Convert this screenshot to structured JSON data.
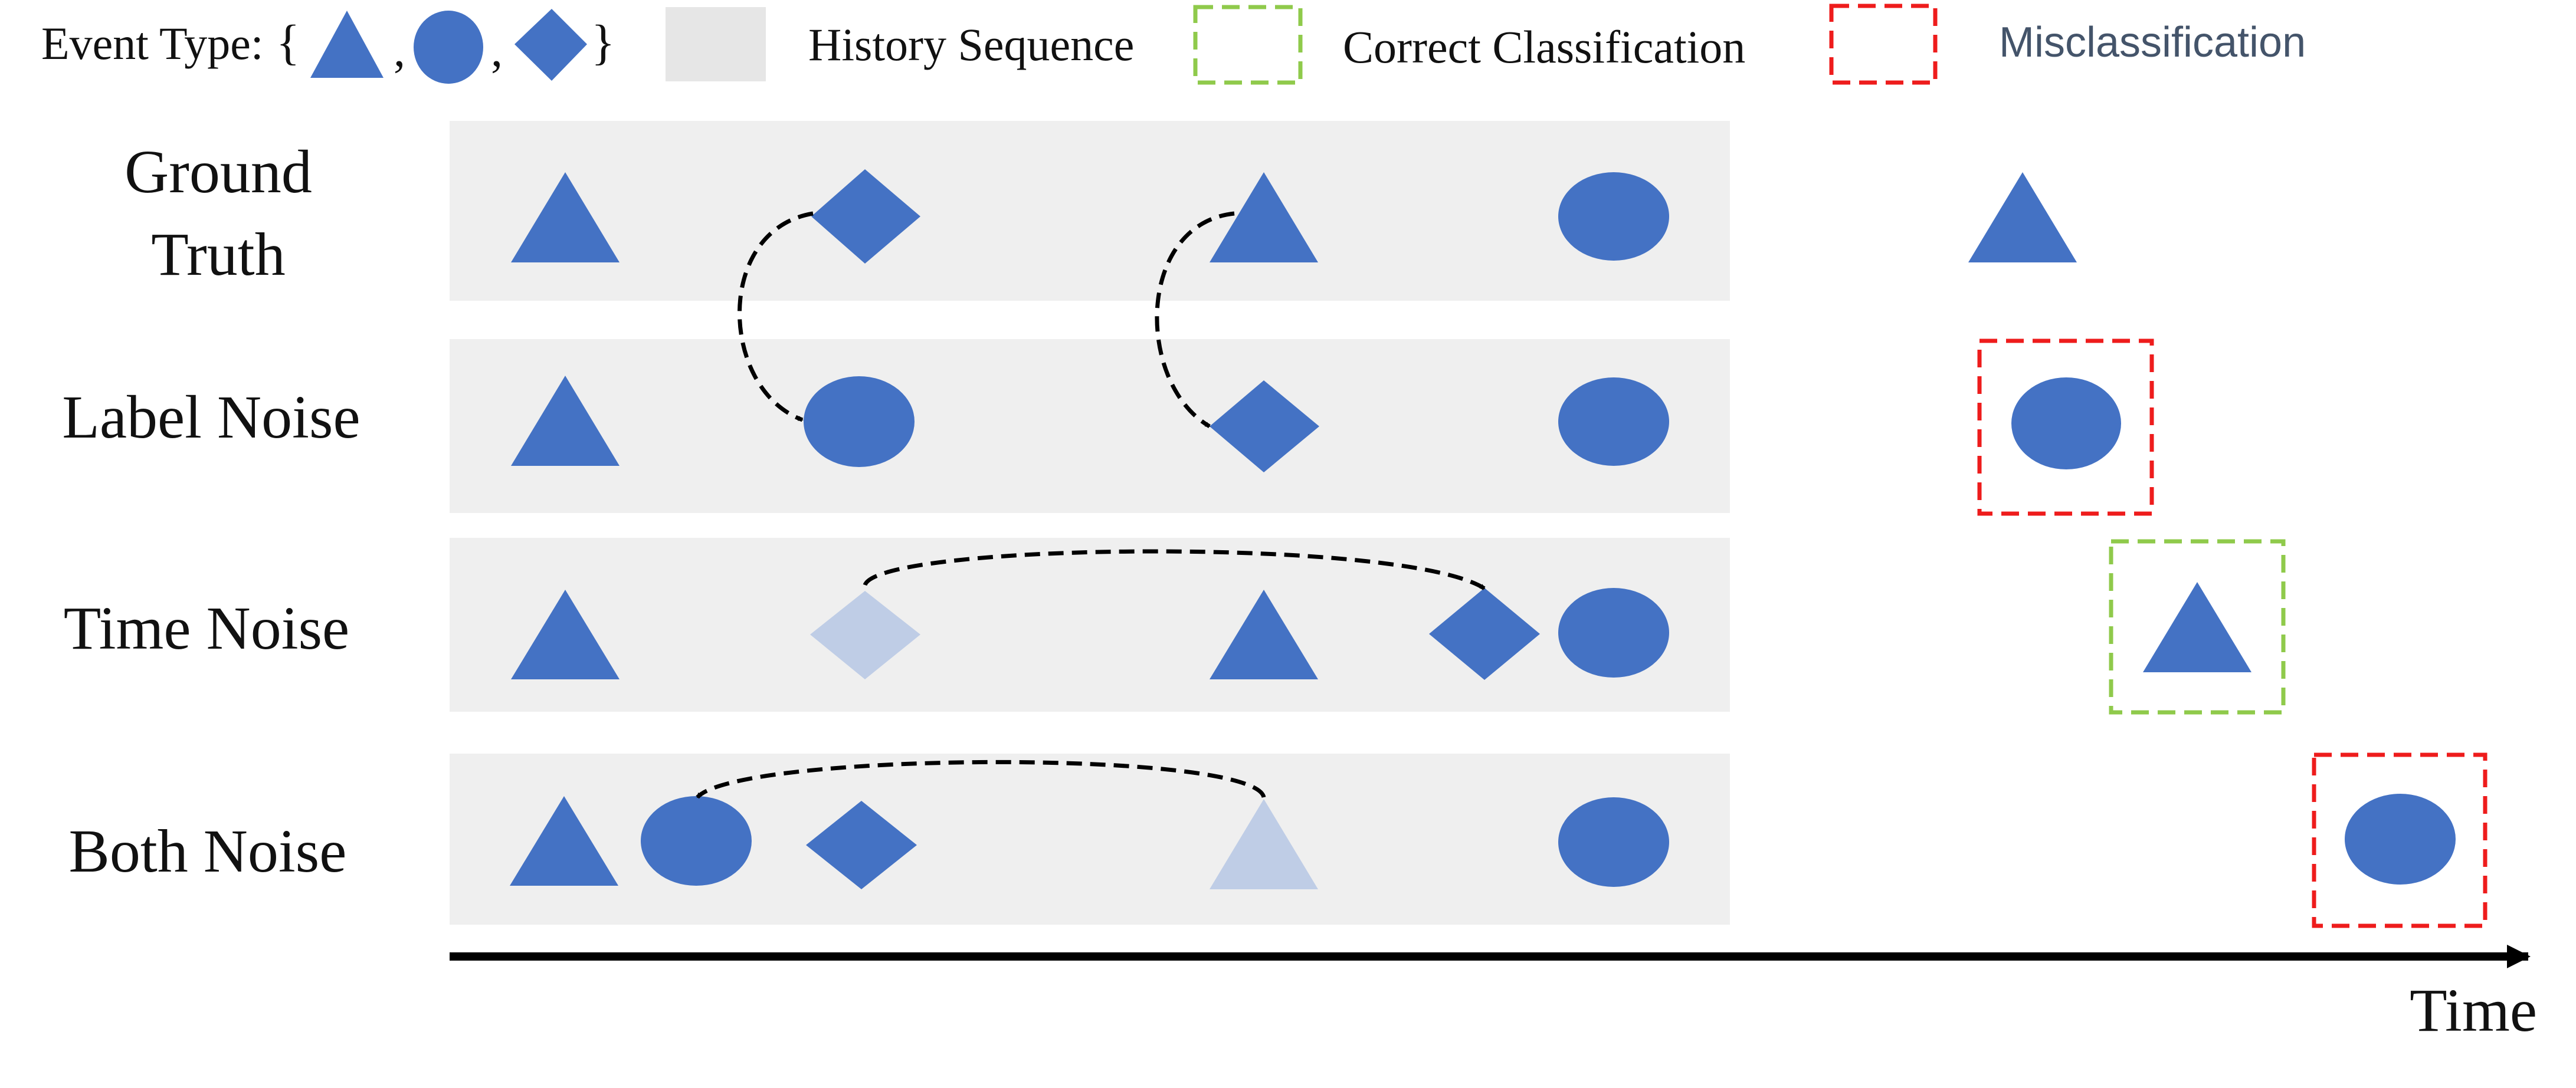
{
  "legend": {
    "event_type_label": "Event Type:",
    "brace_open": "{",
    "comma": ",",
    "brace_close": "}",
    "history_label": "History Sequence",
    "correct_label": "Correct Classification",
    "misclass_label": "Misclassification"
  },
  "rows": [
    {
      "label_lines": [
        "Ground",
        "Truth"
      ],
      "events": [
        "triangle",
        "diamond",
        "triangle",
        "circle"
      ],
      "prediction": {
        "shape": "triangle",
        "box": "none"
      }
    },
    {
      "label_lines": [
        "Label Noise"
      ],
      "events": [
        "triangle",
        "circle",
        "diamond",
        "circle"
      ],
      "prediction": {
        "shape": "circle",
        "box": "misclassification"
      }
    },
    {
      "label_lines": [
        "Time Noise"
      ],
      "events": [
        "triangle",
        "diamond-faded",
        "triangle",
        "diamond",
        "circle"
      ],
      "prediction": {
        "shape": "triangle",
        "box": "correct"
      }
    },
    {
      "label_lines": [
        "Both Noise"
      ],
      "events": [
        "triangle",
        "circle",
        "diamond",
        "triangle-faded",
        "circle"
      ],
      "prediction": {
        "shape": "circle",
        "box": "misclassification"
      }
    }
  ],
  "axis": {
    "label": "Time"
  },
  "colors": {
    "event": "#4472c4",
    "event_faded": "#bfcde6",
    "history_bg": "#efefef",
    "legend_history_swatch": "#e6e6e6",
    "correct_box": "#8fca4b",
    "misclass_box": "#ee1c1c",
    "misclass_text": "#44546a",
    "text": "#111111",
    "axis": "#000000"
  }
}
